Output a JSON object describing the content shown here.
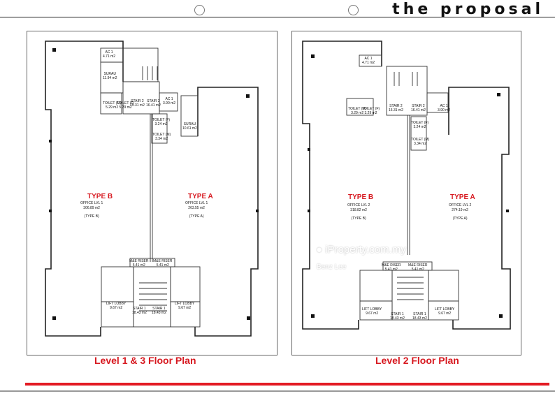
{
  "header": {
    "title": "the proposal"
  },
  "watermark": {
    "name": "iProperty.com.my",
    "sub": "Benz Lee"
  },
  "plans": [
    {
      "caption": "Level 1 & 3 Floor Plan",
      "type_b": {
        "name": "TYPE B",
        "office": "OFFICE LVL 1",
        "area": "306.89 m2",
        "tag": "(TYPE B)"
      },
      "type_a": {
        "name": "TYPE A",
        "office": "OFFICE LVL 1",
        "area": "263.55 m2",
        "tag": "(TYPE A)"
      },
      "rooms": {
        "ac1_top": "AC 1\n4.71 m2",
        "surau_1": "SURAU\n11.94 m2",
        "toilet_l": "TOILET (M)\n5.29 m2",
        "toilet_f": "TOILET (F)\n5.29 m2",
        "stair2_a": "STAIR 2\n15.31 m2",
        "stair2_b": "STAIR 2\n16.41 m2",
        "ac1_right": "AC 1\n3.90 m2",
        "toilet_m": "TOILET (F)\n3.24 m2",
        "toilet_m2": "TOILET (M)\n3.34 m2",
        "surau_2": "SURAU\n10.61 m2",
        "mne_l": "M&E RISER\n5.41 m2",
        "mne_r": "M&E RISER\n5.41 m2",
        "lift_l": "LIFT LOBBY\n9.67 m2",
        "lift_r": "LIFT LOBBY\n9.67 m2",
        "stair1_l": "STAIR 1\n18.43 m2",
        "stair1_r": "STAIR 1\n18.43 m2"
      }
    },
    {
      "caption": "Level 2 Floor Plan",
      "type_b": {
        "name": "TYPE B",
        "office": "OFFICE LVL 2",
        "area": "318.82 m2",
        "tag": "(TYPE B)"
      },
      "type_a": {
        "name": "TYPE A",
        "office": "OFFICE LVL 2",
        "area": "274.19 m2",
        "tag": "(TYPE A)"
      },
      "rooms": {
        "ac1_top": "AC 1\n4.71 m2",
        "toilet_l": "TOILET (M)\n3.29 m2",
        "toilet_f": "TOILET (F)\n3.29 m2",
        "stair2_a": "STAIR 2\n15.31 m2",
        "stair2_b": "STAIR 2\n16.41 m2",
        "ac1_right": "AC 1\n3.90 m2",
        "toilet_m": "TOILET (F)\n3.24 m2",
        "toilet_m2": "TOILET (M)\n3.34 m2",
        "mne_l": "M&E RISER\n5.41 m2",
        "mne_r": "M&E RISER\n5.41 m2",
        "lift_l": "LIFT LOBBY\n9.67 m2",
        "lift_r": "LIFT LOBBY\n9.67 m2",
        "stair1_l": "STAIR 1\n18.43 m2",
        "stair1_r": "STAIR 1\n18.43 m2"
      }
    }
  ]
}
